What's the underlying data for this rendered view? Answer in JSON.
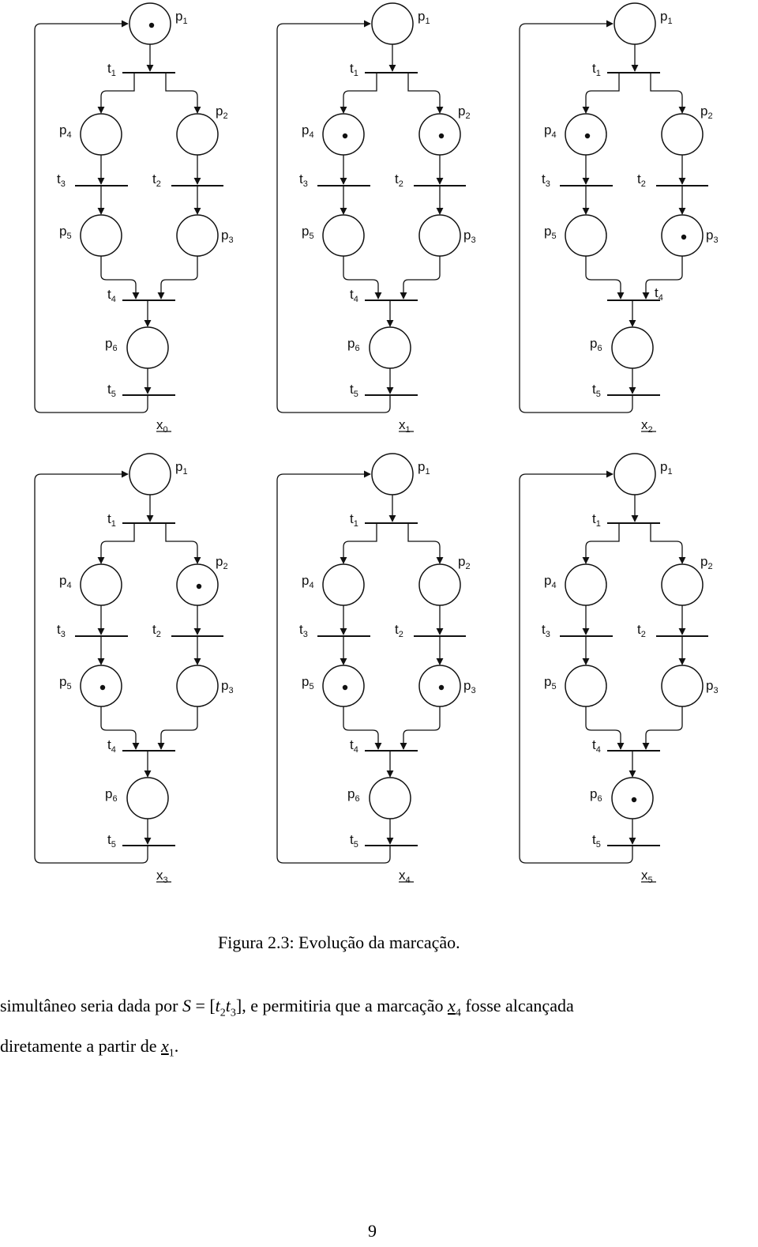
{
  "figure": {
    "panels": [
      {
        "state": "x",
        "state_sub": "0",
        "tokens": [
          "p1"
        ],
        "t4_label_right": false
      },
      {
        "state": "x",
        "state_sub": "1",
        "tokens": [
          "p4",
          "p2"
        ],
        "t4_label_right": false
      },
      {
        "state": "x",
        "state_sub": "2",
        "tokens": [
          "p4",
          "p3"
        ],
        "t4_label_right": true
      },
      {
        "state": "x",
        "state_sub": "3",
        "tokens": [
          "p2",
          "p5"
        ],
        "t4_label_right": false
      },
      {
        "state": "x",
        "state_sub": "4",
        "tokens": [
          "p5",
          "p3"
        ],
        "t4_label_right": false
      },
      {
        "state": "x",
        "state_sub": "5",
        "tokens": [
          "p6"
        ],
        "t4_label_right": false
      }
    ],
    "labels": {
      "p1": "p",
      "p1_sub": "1",
      "p2": "p",
      "p2_sub": "2",
      "p3": "p",
      "p3_sub": "3",
      "p4": "p",
      "p4_sub": "4",
      "p5": "p",
      "p5_sub": "5",
      "p6": "p",
      "p6_sub": "6",
      "t1": "t",
      "t1_sub": "1",
      "t2": "t",
      "t2_sub": "2",
      "t3": "t",
      "t3_sub": "3",
      "t4": "t",
      "t4_sub": "4",
      "t5": "t",
      "t5_sub": "5"
    }
  },
  "caption": "Figura 2.3:  Evolução da marcação.",
  "paragraph": {
    "line1_a": "simultâneo seria dada por ",
    "line1_S": "S",
    "line1_eq": " = [",
    "line1_t2": "t",
    "line1_t2_sub": "2",
    "line1_t3": "t",
    "line1_t3_sub": "3",
    "line1_b": "], e permitiria que a marcação ",
    "line1_x": "x",
    "line1_x_sub": "4",
    "line1_c": " fosse alcançada",
    "line2_a": "diretamente a partir de ",
    "line2_x": "x",
    "line2_x_sub": "1",
    "line2_b": "."
  },
  "page_number": "9"
}
